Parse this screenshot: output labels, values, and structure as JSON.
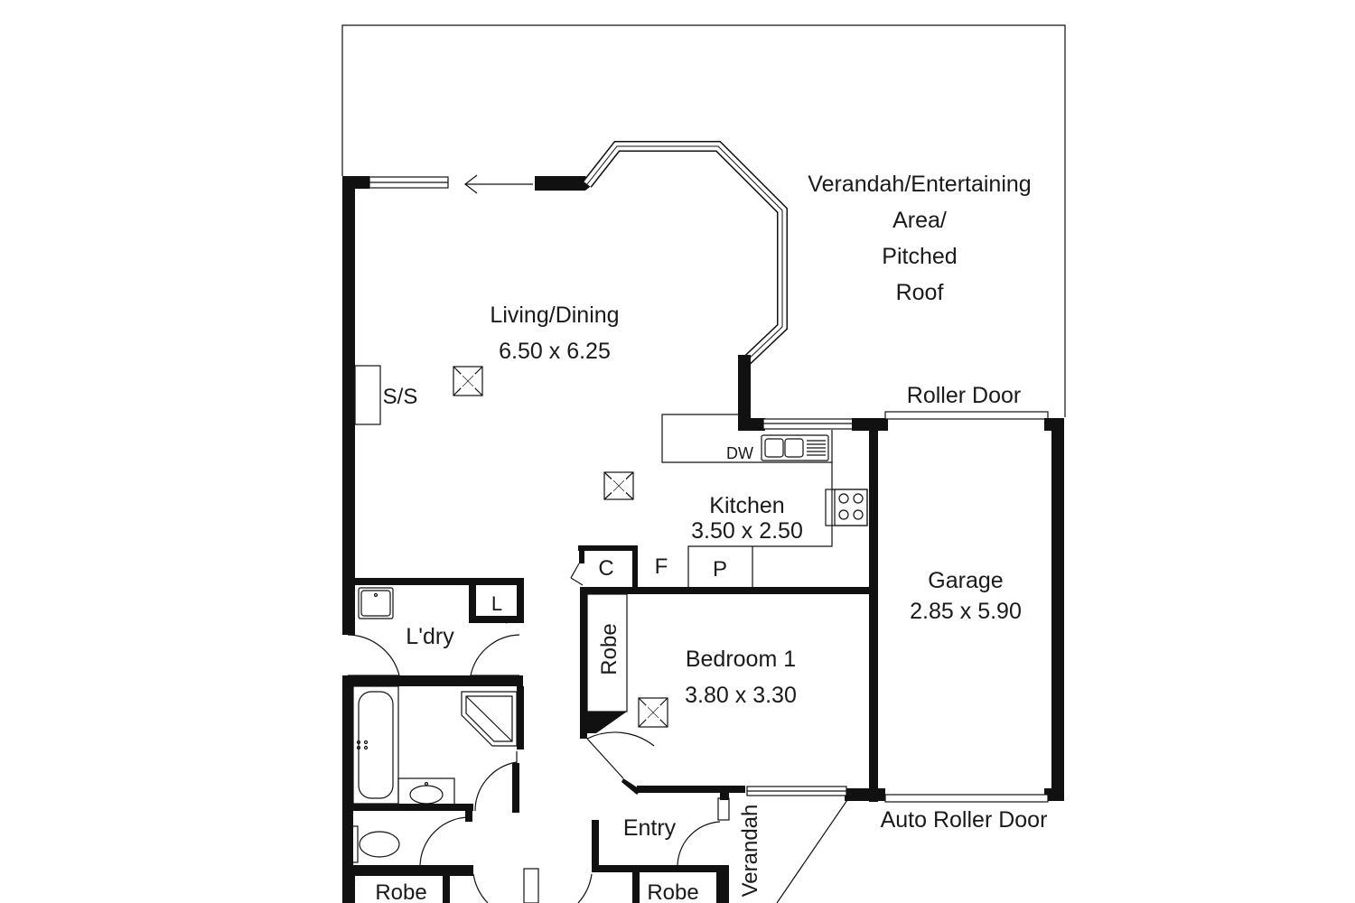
{
  "rooms": {
    "verandah_entertaining": [
      "Verandah/Entertaining",
      "Area/",
      "Pitched",
      "Roof"
    ],
    "living_dining": {
      "name": "Living/Dining",
      "dims": "6.50 x 6.25"
    },
    "kitchen": {
      "name": "Kitchen",
      "dims": "3.50 x 2.50"
    },
    "garage": {
      "name": "Garage",
      "dims": "2.85 x 5.90"
    },
    "bedroom1": {
      "name": "Bedroom 1",
      "dims": "3.80 x 3.30"
    },
    "laundry": {
      "name": "L'dry"
    },
    "entry": {
      "name": "Entry"
    },
    "verandah": {
      "name": "Verandah"
    },
    "robe_bed1": {
      "name": "Robe"
    },
    "robe_left": {
      "name": "Robe"
    },
    "robe_right": {
      "name": "Robe"
    }
  },
  "labels": {
    "roller_door": "Roller Door",
    "auto_roller_door": "Auto Roller Door",
    "ss": "S/S",
    "dw": "DW",
    "fridge": "F",
    "pantry": "P",
    "cupboard": "C",
    "linen": "L"
  }
}
